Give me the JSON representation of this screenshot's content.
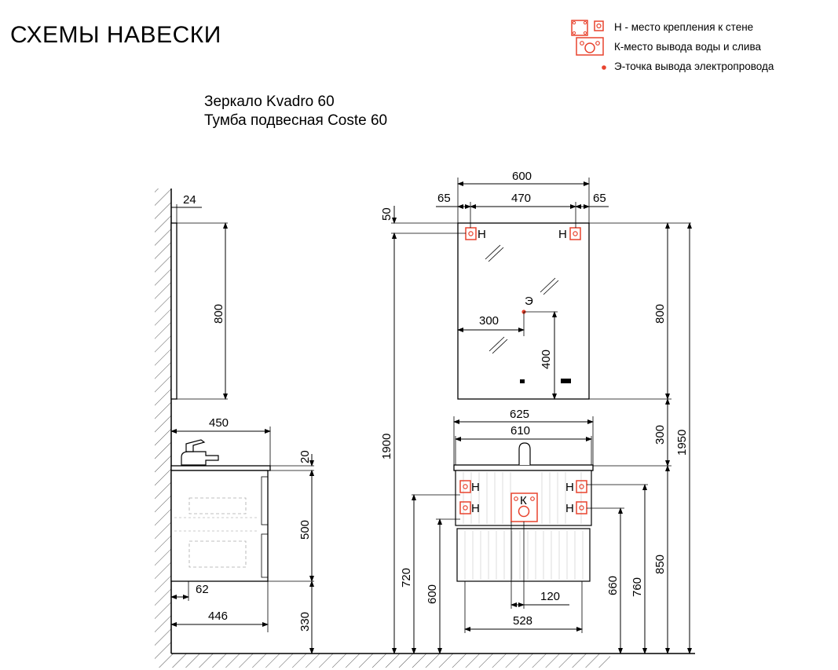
{
  "header": {
    "title": "СХЕМЫ НАВЕСКИ",
    "subtitle_line1": "Зеркало Kvadro 60",
    "subtitle_line2": "Тумба подвесная Coste 60"
  },
  "legend": {
    "mount": "Н - место крепления к стене",
    "water": "К-место вывода воды и слива",
    "electric": "Э-точка вывода электропровода"
  },
  "marks": {
    "mount": "Н",
    "water": "К",
    "electric": "Э"
  },
  "dimensions": {
    "side_mirror_depth": "24",
    "side_mirror_height": "800",
    "side_top_depth": "450",
    "side_top_thickness": "20",
    "side_cabinet_height": "500",
    "side_gap": "62",
    "side_cabinet_depth": "446",
    "side_floor_clearance": "330",
    "front_mirror_width": "600",
    "front_margin_left": "65",
    "front_mount_span": "470",
    "front_margin_right": "65",
    "front_mount_top": "50",
    "front_mirror_height": "800",
    "front_elec_x": "300",
    "front_elec_y": "400",
    "front_total_height": "1900",
    "front_gap": "300",
    "front_overall": "1950",
    "front_top_width": "625",
    "front_cabinet_width": "610",
    "front_water_x": "120",
    "front_mount_base": "528",
    "front_mount_low": "720",
    "front_cabinet_bottom": "600",
    "front_water_height": "660",
    "front_mount_high": "760",
    "front_top_height": "850"
  },
  "colors": {
    "mark": "#e8432e",
    "line": "#000000",
    "hatch": "#555555"
  }
}
